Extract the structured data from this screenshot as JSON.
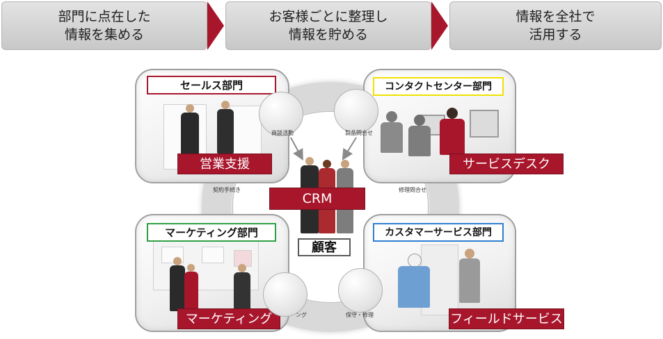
{
  "process_steps": [
    {
      "label": "部門に点在した\n情報を集める"
    },
    {
      "label": "お客様ごとに整理し\n情報を貯める"
    },
    {
      "label": "情報を全社で\n活用する"
    }
  ],
  "departments": {
    "sales": {
      "title": "セールス部門",
      "label": "営業支援",
      "border_color": "#a8162c"
    },
    "contact": {
      "title": "コンタクトセンター部門",
      "label": "サービスデスク",
      "border_color": "#f0e000"
    },
    "marketing": {
      "title": "マーケティング部門",
      "label": "マーケティング",
      "border_color": "#2ea043"
    },
    "customer_service": {
      "title": "カスタマーサービス部門",
      "label": "フィールドサービス",
      "border_color": "#2f7fd0"
    }
  },
  "center": {
    "crm_label": "CRM",
    "customer_label": "顧客"
  },
  "ring_bubbles": [
    {
      "label": "商談活動"
    },
    {
      "label": "製品問合せ"
    },
    {
      "label": "契約手続き"
    },
    {
      "label": "修理問合せ"
    },
    {
      "label": "ング"
    },
    {
      "label": "保守・修理"
    }
  ],
  "colors": {
    "accent_red": "#a8162c",
    "step_gray": "#d6d6d6"
  }
}
